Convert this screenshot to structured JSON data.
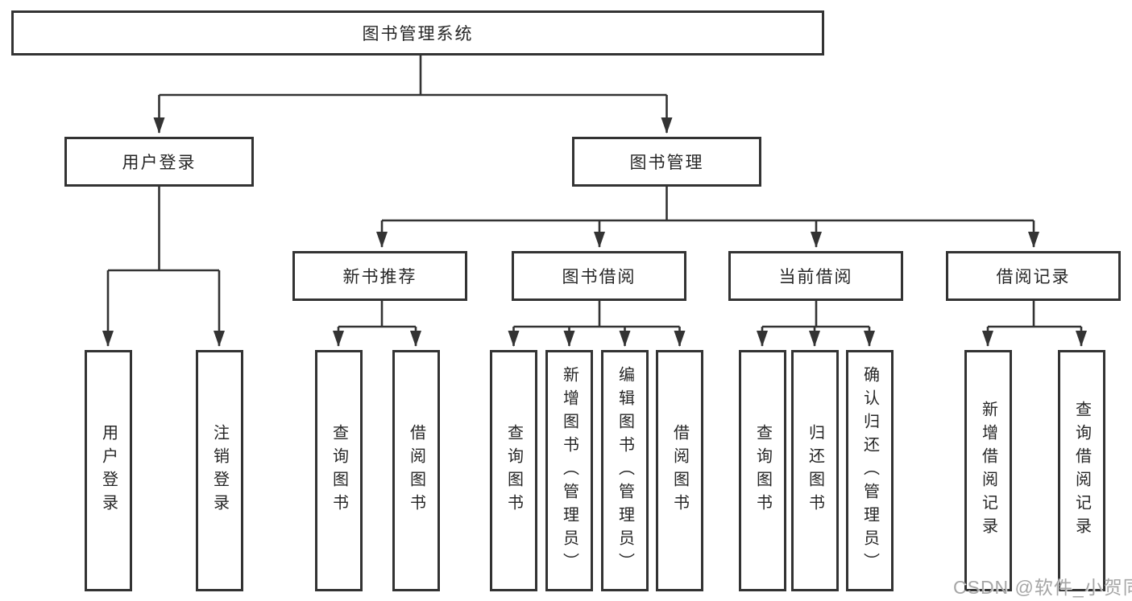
{
  "diagram": {
    "title": "图书管理系统",
    "level1": [
      {
        "id": "user-login",
        "label": "用户登录"
      },
      {
        "id": "book-management",
        "label": "图书管理"
      }
    ],
    "level2": [
      {
        "id": "new-book-recommend",
        "label": "新书推荐"
      },
      {
        "id": "book-borrow",
        "label": "图书借阅"
      },
      {
        "id": "current-borrow",
        "label": "当前借阅"
      },
      {
        "id": "borrow-record",
        "label": "借阅记录"
      }
    ],
    "leaves": [
      {
        "id": "leaf-user-login",
        "parent": "user-login",
        "label": "用户登录"
      },
      {
        "id": "leaf-logout",
        "parent": "user-login",
        "label": "注销登录"
      },
      {
        "id": "leaf-query-book-1",
        "parent": "new-book-recommend",
        "label": "查询图书"
      },
      {
        "id": "leaf-borrow-book-1",
        "parent": "new-book-recommend",
        "label": "借阅图书"
      },
      {
        "id": "leaf-query-book-2",
        "parent": "book-borrow",
        "label": "查询图书"
      },
      {
        "id": "leaf-add-book",
        "parent": "book-borrow",
        "label": "新增图书（管理员）"
      },
      {
        "id": "leaf-edit-book",
        "parent": "book-borrow",
        "label": "编辑图书（管理员）"
      },
      {
        "id": "leaf-borrow-book-2",
        "parent": "book-borrow",
        "label": "借阅图书"
      },
      {
        "id": "leaf-query-book-3",
        "parent": "current-borrow",
        "label": "查询图书"
      },
      {
        "id": "leaf-return-book",
        "parent": "current-borrow",
        "label": "归还图书"
      },
      {
        "id": "leaf-confirm-return",
        "parent": "current-borrow",
        "label": "确认归还（管理员）"
      },
      {
        "id": "leaf-add-borrow-record",
        "parent": "borrow-record",
        "label": "新增借阅记录"
      },
      {
        "id": "leaf-query-borrow-record",
        "parent": "borrow-record",
        "label": "查询借阅记录"
      }
    ]
  },
  "watermark": {
    "text": "CSDN @软件_小贺同学"
  },
  "colors": {
    "line": "#333333",
    "box_border": "#333333",
    "text": "#262626",
    "watermark": "#a6a6a6",
    "background": "#ffffff"
  }
}
